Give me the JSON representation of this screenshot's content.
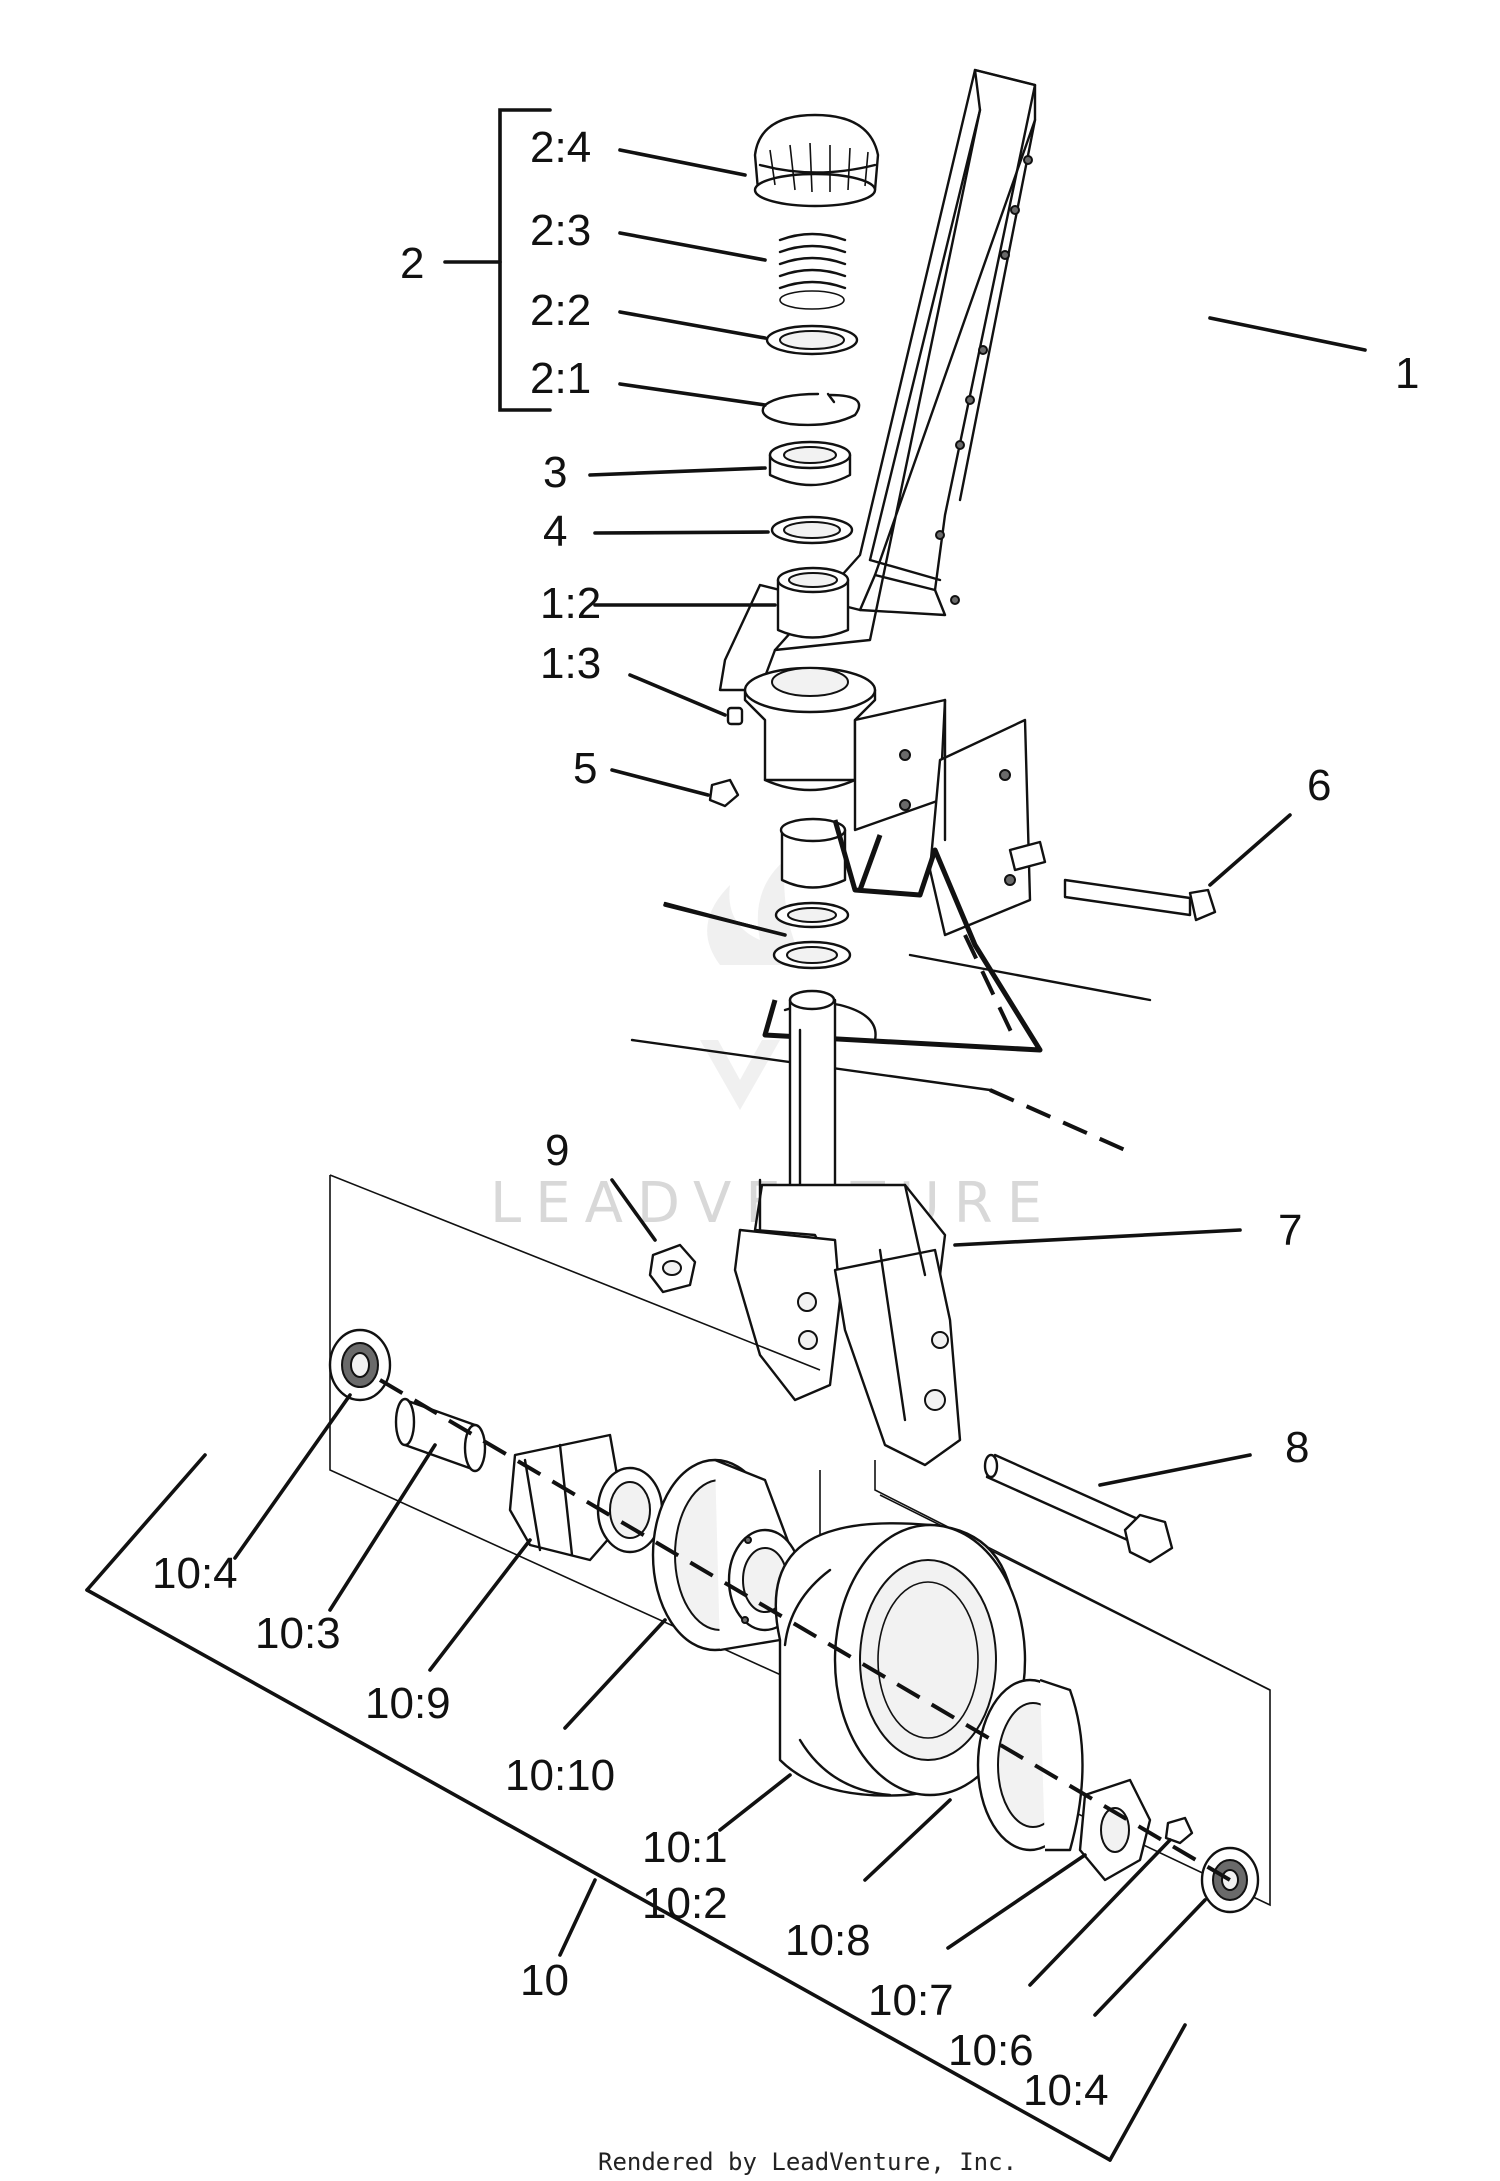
{
  "callouts": {
    "c2_4": "2:4",
    "c2_3": "2:3",
    "c2_2": "2:2",
    "c2_1": "2:1",
    "c2": "2",
    "c1": "1",
    "c3": "3",
    "c4": "4",
    "c1_2": "1:2",
    "c1_3": "1:3",
    "c5": "5",
    "c6": "6",
    "c9": "9",
    "c7": "7",
    "c8": "8",
    "c10_4a": "10:4",
    "c10_3": "10:3",
    "c10_9": "10:9",
    "c10_10": "10:10",
    "c10_1": "10:1",
    "c10_2": "10:2",
    "c10_8": "10:8",
    "c10_7": "10:7",
    "c10_6": "10:6",
    "c10_4b": "10:4",
    "c10": "10"
  },
  "watermark": "LEADVENTURE",
  "footer": "Rendered by LeadVenture, Inc."
}
